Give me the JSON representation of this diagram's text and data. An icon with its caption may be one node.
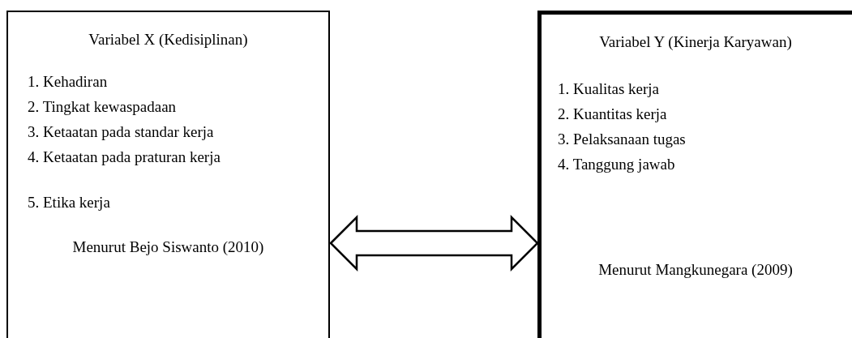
{
  "diagram": {
    "nodes": [
      {
        "text": [
          "Variabel X (Kedisiplinan)",
          "1. Kehadiran",
          "2. Tingkat kewaspadaan",
          "3. Ketaatan pada standar kerja",
          "4. Ketaatan pada praturan kerja",
          "5. Etika kerja",
          "Menurut Bejo Siswanto (2010)"
        ]
      },
      {
        "text": [
          "Variabel Y (Kinerja Karyawan)",
          "1. Kualitas kerja",
          "2. Kuantitas kerja",
          "3. Pelaksanaan tugas",
          "4. Tanggung jawab",
          "Menurut Mangkunegara (2009)"
        ]
      }
    ],
    "edges": [
      {
        "from": 0,
        "to": 1,
        "arrow": "both"
      }
    ]
  }
}
